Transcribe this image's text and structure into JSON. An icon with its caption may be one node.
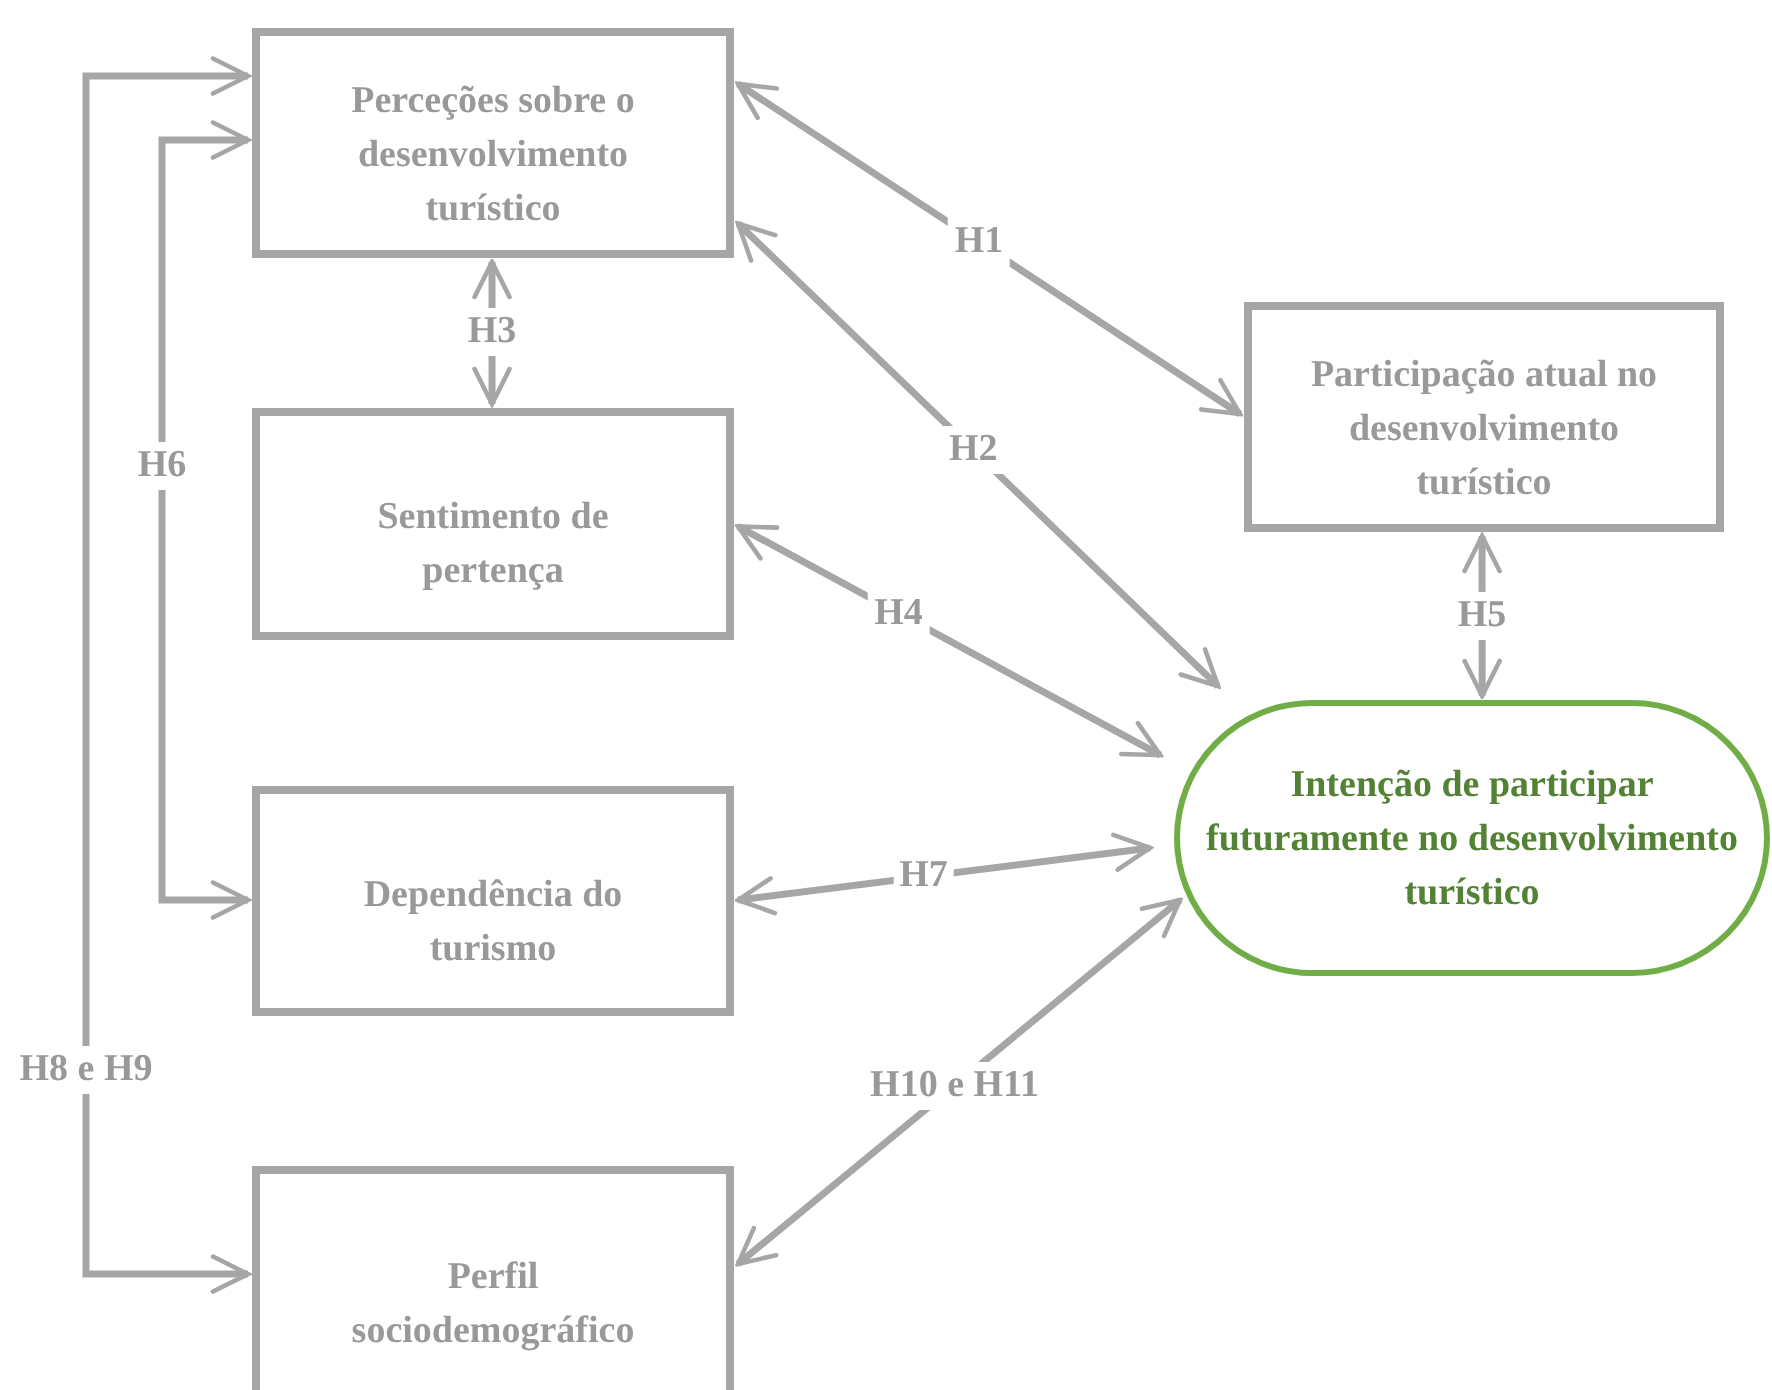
{
  "diagram": {
    "nodes": [
      {
        "text": [
          "Perceções sobre o desenvolvimento turístico"
        ]
      },
      {
        "text": [
          "Sentimento de pertença"
        ]
      },
      {
        "text": [
          "Dependência do turismo"
        ]
      },
      {
        "text": [
          "Perfil sociodemográfico"
        ]
      },
      {
        "text": [
          "Participação atual no desenvolvimento turístico"
        ]
      },
      {
        "text": [
          "Intenção de participar futuramente no desenvolvimento turístico"
        ]
      }
    ],
    "edges": [
      {
        "from": 0,
        "to": 4,
        "arrow": "both",
        "label": "H1"
      },
      {
        "from": 0,
        "to": 5,
        "arrow": "both",
        "label": "H2"
      },
      {
        "from": 0,
        "to": 1,
        "arrow": "both",
        "label": "H3"
      },
      {
        "from": 1,
        "to": 5,
        "arrow": "both",
        "label": "H4"
      },
      {
        "from": 4,
        "to": 5,
        "arrow": "both",
        "label": "H5"
      },
      {
        "from": 0,
        "to": 2,
        "arrow": "both",
        "label": "H6"
      },
      {
        "from": 2,
        "to": 5,
        "arrow": "both",
        "label": "H7"
      },
      {
        "from": 0,
        "to": 3,
        "arrow": "both",
        "label": "H8 e H9"
      },
      {
        "from": 3,
        "to": 5,
        "arrow": "both",
        "label": "H10 e H11"
      }
    ]
  }
}
